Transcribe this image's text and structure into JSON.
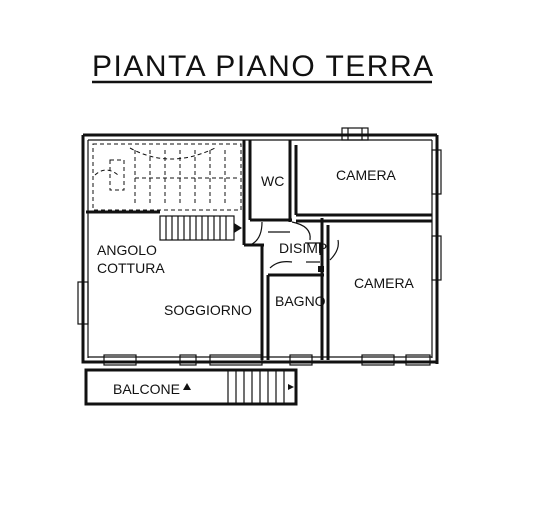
{
  "plan": {
    "title": "PIANTA PIANO TERRA",
    "rooms": {
      "wc": "WC",
      "camera_1": "CAMERA",
      "camera_2": "CAMERA",
      "disimp": "DISIMP",
      "bagno": "BAGNO",
      "angolo_line1": "ANGOLO",
      "angolo_line2": "COTTURA",
      "soggiorno": "SOGGIORNO",
      "balcone": "BALCONE"
    }
  }
}
